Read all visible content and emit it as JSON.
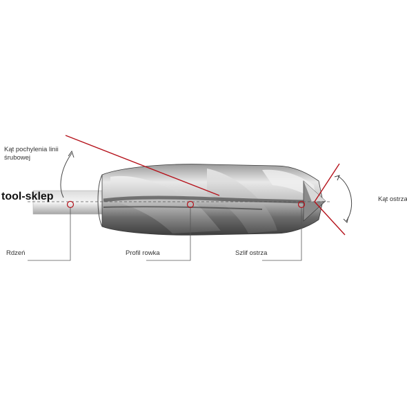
{
  "watermark": "tool-sklep",
  "labels": {
    "helix_angle_line1": "Kąt pochylenia linii",
    "helix_angle_line2": "śrubowej",
    "point_angle": "Kąt ostrza",
    "core": "Rdzeń",
    "flute_profile": "Profil rowka",
    "point_grind": "Szlif ostrza"
  },
  "colors": {
    "accent_red": "#b5121b",
    "leader_gray": "#555555",
    "steel_dark": "#4a4a4a",
    "steel_light": "#e6e6e6"
  },
  "icons": {
    "marker": "red-circle-marker-icon",
    "arrow": "curved-arrow-icon"
  }
}
